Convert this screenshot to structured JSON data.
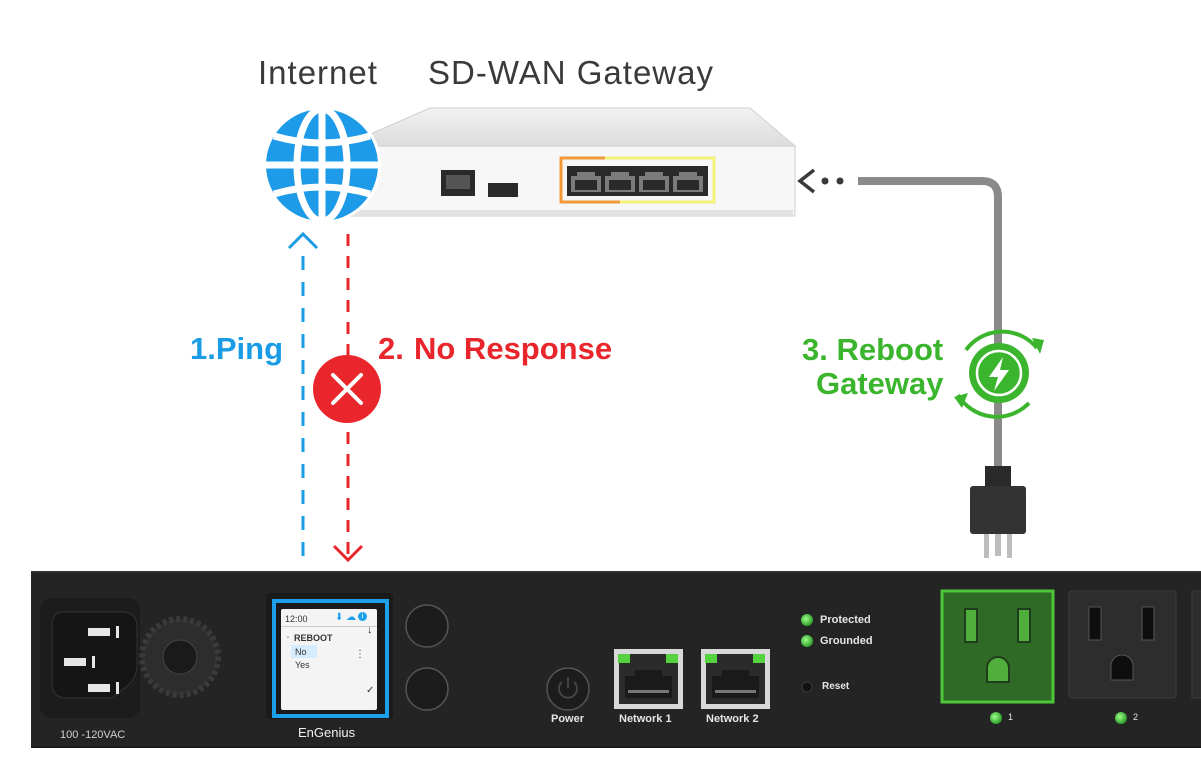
{
  "labels": {
    "internet": "Internet",
    "gateway": "SD-WAN Gateway",
    "ping": "1.Ping",
    "no_response_num": "2.",
    "no_response": "No Response",
    "reboot_line1": "3. Reboot",
    "reboot_line2": "Gateway"
  },
  "device": {
    "voltage": "100 -120VAC",
    "brand": "EnGenius",
    "power_label": "Power",
    "network1_label": "Network 1",
    "network2_label": "Network 2",
    "protected_label": "Protected",
    "grounded_label": "Grounded",
    "reset_label": "Reset",
    "outlet1_label": "1",
    "outlet2_label": "2"
  },
  "screen": {
    "time": "12:00",
    "menu_title": "REBOOT",
    "option_no": "No",
    "option_yes": "Yes"
  },
  "colors": {
    "ping_blue": "#1a9be6",
    "error_red": "#e8262b",
    "reboot_green": "#3cb52e",
    "panel_dark": "#242424"
  }
}
